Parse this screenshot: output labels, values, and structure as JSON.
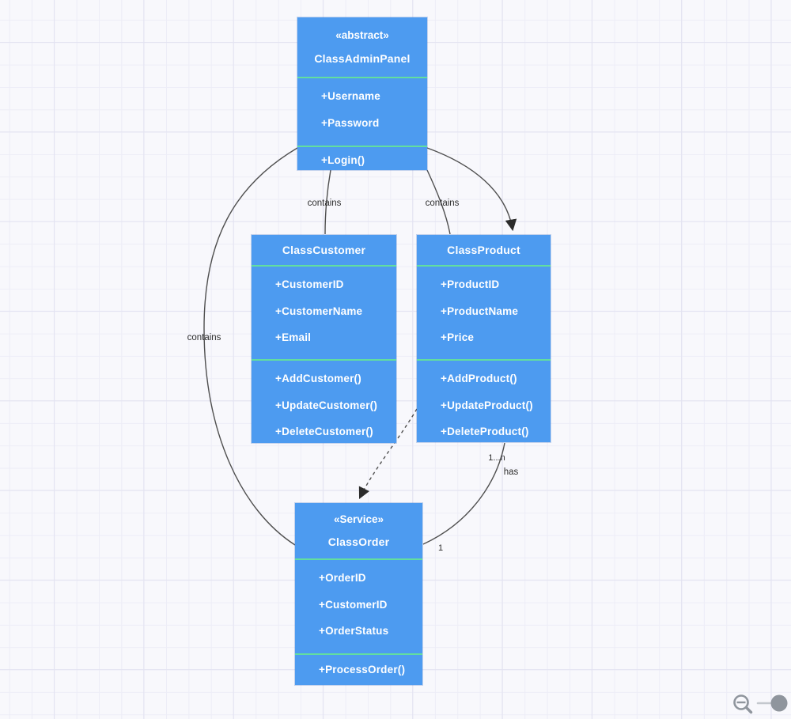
{
  "classes": [
    {
      "stereotype": "«abstract»",
      "name": "ClassAdminPanel",
      "attributes": [
        "+Username",
        "+Password"
      ],
      "methods": [
        "+Login()"
      ]
    },
    {
      "name": "ClassCustomer",
      "attributes": [
        "+CustomerID",
        "+CustomerName",
        "+Email"
      ],
      "methods": [
        "+AddCustomer()",
        "+UpdateCustomer()",
        "+DeleteCustomer()"
      ]
    },
    {
      "name": "ClassProduct",
      "attributes": [
        "+ProductID",
        "+ProductName",
        "+Price"
      ],
      "methods": [
        "+AddProduct()",
        "+UpdateProduct()",
        "+DeleteProduct()"
      ]
    },
    {
      "stereotype": "«Service»",
      "name": "ClassOrder",
      "attributes": [
        "+OrderID",
        "+CustomerID",
        "+OrderStatus"
      ],
      "methods": [
        "+ProcessOrder()"
      ]
    }
  ],
  "edge_labels": {
    "admin_order_contains": "contains",
    "admin_customer_contains": "contains",
    "admin_product_contains": "contains",
    "has": "has",
    "multiplicity_product_end": "1...n",
    "multiplicity_order_end": "1"
  },
  "colors": {
    "class_fill": "#4d9bf0",
    "divider_green": "#62de9f",
    "class_text": "#ffffff",
    "edge_stroke": "#4f4f4f",
    "arrowhead": "#2b2b2b",
    "label_text": "#2d2d2d",
    "canvas_bg": "#f8f8fc",
    "grid_line": "#ededf7",
    "zoom_icon_gray": "#8f959d"
  },
  "zoom_control": {
    "icons": [
      "zoom-out-icon",
      "zoom-slider",
      "zoom-slider-handle"
    ]
  }
}
